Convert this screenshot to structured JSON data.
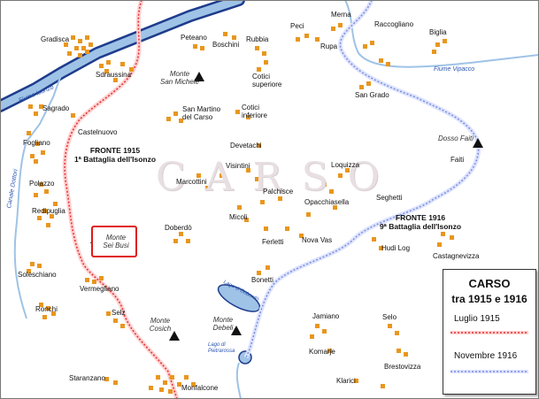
{
  "colors": {
    "river": "#1e3c8c",
    "river_fill": "#9fc3e6",
    "water_label": "#2b55b0",
    "front_1915": "#e03030",
    "front_1916": "#7c8ed8",
    "village": "#e8961e",
    "highlight_box": "#e01a1a"
  },
  "map": {
    "watermark": "CARSO",
    "waters": {
      "isonzo": "Fiume Isonzo",
      "vipacco": "Fiume Vipacco",
      "canale": "Canale Dottori",
      "lago_doberdo": "Lago di Doberdò",
      "lago_pietrarossa": "Lago di Pietrarossa"
    },
    "peaks": {
      "san_michele": "Monte\nSan Michele",
      "dosso_faiti": "Dosso Faiti",
      "sei_busi": "Monte\nSei Busi",
      "cosich": "Monte\nCosich",
      "debeli": "Monte\nDebeli"
    },
    "places": {
      "gradisca": "Gradisca",
      "sdraussina": "Sdraussina",
      "sagrado": "Sagrado",
      "castelnuovo": "Castelnuovo",
      "fogliano": "Fogliano",
      "polazzo": "Polazzo",
      "redipuglia": "Redipuglia",
      "soleschiano": "Soleschiano",
      "vermegliano": "Vermegliano",
      "ronchi": "Ronchi",
      "selz": "Selz",
      "staranzano": "Staranzano",
      "monfalcone": "Monfalcone",
      "peteano": "Peteano",
      "boschini": "Boschini",
      "rubbia": "Rubbia",
      "peci": "Peci",
      "merna": "Merna",
      "rupa": "Rupa",
      "raccogliano": "Raccogliano",
      "biglia": "Biglia",
      "san_grado": "San Grado",
      "cotici_sup": "Cotici\nsuperiore",
      "cotici_inf": "Cotici\ninferiore",
      "san_martino": "San Martino\ndel Carso",
      "devetachi": "Devetachi",
      "visintini": "Visintini",
      "loquizza": "Loquizza",
      "faiti": "Faiti",
      "marcottini": "Marcottini",
      "palchisce": "Palchisce",
      "seghetti": "Seghetti",
      "opacchiasella": "Opacchiasella",
      "micoli": "Micoli",
      "doberdo": "Doberdò",
      "ferletti": "Ferletti",
      "nova_vas": "Nova Vas",
      "hudi_log": "Hudi Log",
      "castagnevizza": "Castagnevizza",
      "bonetti": "Bonetti",
      "jamiano": "Jamiano",
      "selo": "Selo",
      "komarje": "Komarje",
      "brestovizza": "Brestovizza",
      "klarici": "Klarici"
    },
    "fronts": {
      "f1915": "FRONTE 1915\n1ª Battaglia dell'Isonzo",
      "f1916": "FRONTE 1916\n9ª Battaglia dell'Isonzo"
    }
  },
  "legend": {
    "title": "CARSO",
    "subtitle": "tra 1915 e 1916",
    "item_1915": "Luglio 1915",
    "item_1916": "Novembre 1916"
  }
}
